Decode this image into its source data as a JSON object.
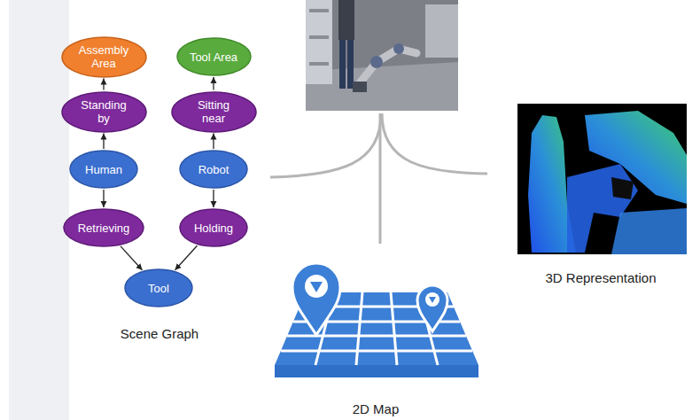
{
  "diagram": {
    "nodes": [
      {
        "text": [
          "Assembly Area"
        ]
      },
      {
        "text": [
          "Tool Area"
        ]
      },
      {
        "text": [
          "Standing by"
        ]
      },
      {
        "text": [
          "Sitting near"
        ]
      },
      {
        "text": [
          "Human"
        ]
      },
      {
        "text": [
          "Robot"
        ]
      },
      {
        "text": [
          "Retrieving"
        ]
      },
      {
        "text": [
          "Holding"
        ]
      },
      {
        "text": [
          "Tool"
        ]
      }
    ],
    "edges": [
      {
        "from": 2,
        "to": 0,
        "arrow": "to"
      },
      {
        "from": 3,
        "to": 1,
        "arrow": "to"
      },
      {
        "from": 4,
        "to": 2,
        "arrow": "to"
      },
      {
        "from": 5,
        "to": 3,
        "arrow": "to"
      },
      {
        "from": 4,
        "to": 6,
        "arrow": "to"
      },
      {
        "from": 5,
        "to": 7,
        "arrow": "to"
      },
      {
        "from": 6,
        "to": 8,
        "arrow": "to"
      },
      {
        "from": 7,
        "to": 8,
        "arrow": "to"
      }
    ],
    "labels": [
      "Scene Graph",
      "2D Map",
      "3D Representation"
    ]
  }
}
